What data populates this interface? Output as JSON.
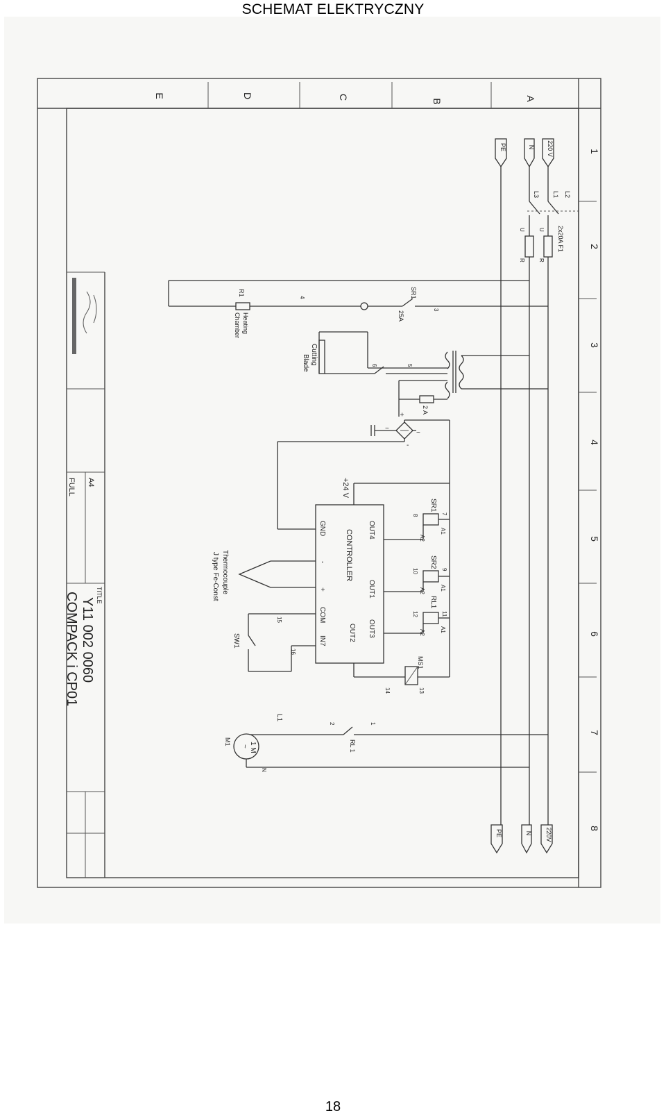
{
  "page": {
    "title": "SCHEMAT ELEKTRYCZNY",
    "number": "18"
  },
  "frame": {
    "columns": [
      "1",
      "2",
      "3",
      "4",
      "5",
      "6",
      "7",
      "8"
    ],
    "rows": [
      "A",
      "B",
      "C",
      "D",
      "E"
    ]
  },
  "supply": {
    "l_label": "220 V",
    "n_label": "N",
    "pe_label": "PE",
    "l_label_end": "220V",
    "n_label_end": "N",
    "pe_label_end": "PE",
    "line_l2": "L2",
    "line_l1": "L1",
    "line_l3": "L3",
    "fuse_label": "2x20A  F1",
    "fuse_u1": "U",
    "fuse_u2": "U",
    "fuse_r1": "R",
    "fuse_r2": "R"
  },
  "wires": {
    "w1": "1",
    "w2": "2",
    "w3": "3",
    "w4": "4",
    "w5": "5",
    "w6": "6",
    "w7": "7",
    "w8": "8",
    "w9": "9",
    "w10": "10",
    "w11": "11",
    "w12": "12",
    "w13": "13",
    "w14": "14",
    "w15": "15",
    "w16": "16",
    "n": "N",
    "l1": "L1"
  },
  "components": {
    "sr1_switch": "SR1",
    "sr1_rating": "25A",
    "r1": "R1",
    "heating": "Heating",
    "chamber": "Chamber",
    "cutting": "Cutting",
    "blade": "Blade",
    "fuse_2a": "2 A",
    "plus": "+",
    "tilde1": "~",
    "tilde2": "~",
    "minus": "-",
    "v24": "+24 V",
    "sr1_relay": "SR1",
    "sr2_relay": "SR2",
    "rl1_relay": "RL1",
    "ms1": "MS1",
    "a1": "A1",
    "a2": "A2",
    "controller": "CONTROLLER",
    "out1": "OUT1",
    "out2": "OUT2",
    "out3": "OUT3",
    "out4": "OUT4",
    "gnd": "GND",
    "com": "COM",
    "in7": "IN7",
    "cplus": "+",
    "cminus": "-",
    "thermo1": "Thermocouple",
    "thermo2": "J type Fe-Const",
    "sw1": "SW1",
    "rl1_contact": "RL 1",
    "motor": "1 M",
    "motor_tilde": "~",
    "m1": "M1"
  },
  "title_block": {
    "title_label": "TITLE",
    "code": "Y11 002 0060",
    "name": "COMPACK i CP01",
    "size": "A4",
    "scale": "FULL"
  },
  "colors": {
    "ink": "#333333",
    "paper": "#f7f7f5"
  }
}
